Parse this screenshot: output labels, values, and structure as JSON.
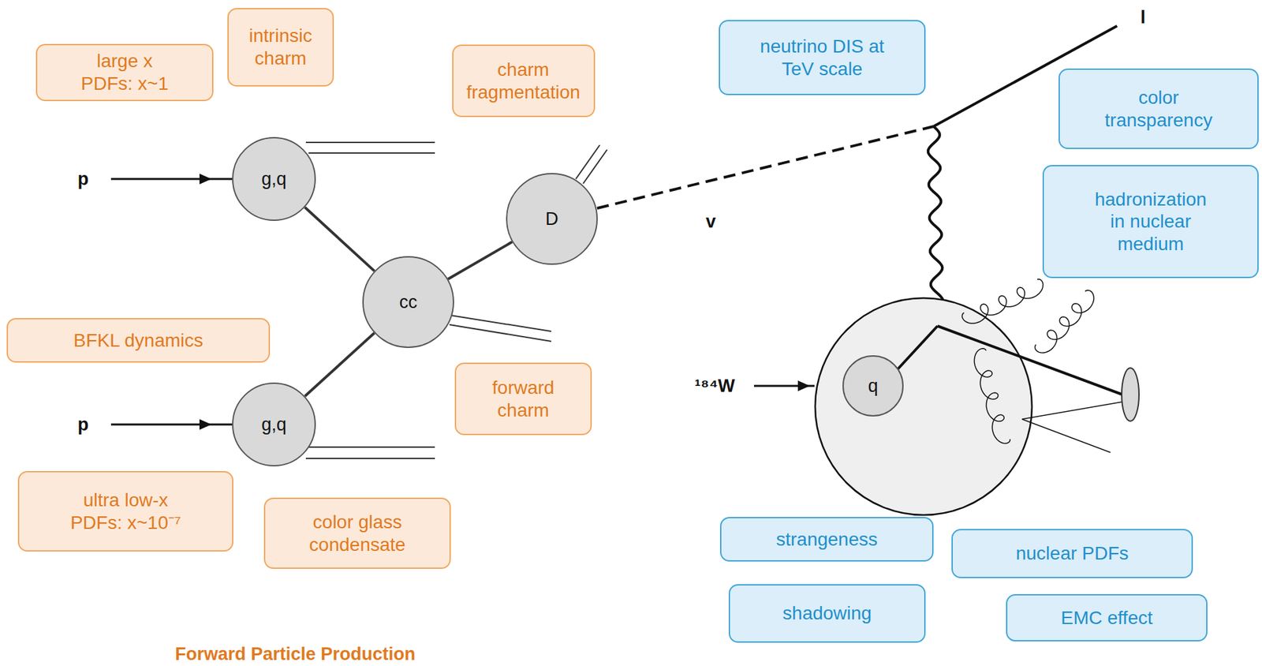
{
  "diagram": {
    "nodes": [
      {
        "text": [
          "intrinsic charm"
        ]
      },
      {
        "text": [
          "large x PDFs: x~1"
        ]
      },
      {
        "text": [
          "charm fragmentation"
        ]
      },
      {
        "text": [
          "neutrino DIS at TeV scale"
        ]
      },
      {
        "text": [
          "color transparency"
        ]
      },
      {
        "text": [
          "g,q"
        ]
      },
      {
        "text": [
          "D"
        ]
      },
      {
        "text": [
          "hadronization in nuclear medium"
        ]
      },
      {
        "text": [
          "cc"
        ]
      },
      {
        "text": [
          "BFKL dynamics"
        ]
      },
      {
        "text": [
          "forward charm"
        ]
      },
      {
        "text": [
          "q"
        ]
      },
      {
        "text": [
          "g,q"
        ]
      },
      {
        "text": [
          "ultra low-x PDFs: x~10⁻⁷"
        ]
      },
      {
        "text": [
          "color glass condensate"
        ]
      },
      {
        "text": [
          "strangeness"
        ]
      },
      {
        "text": [
          "nuclear PDFs"
        ]
      },
      {
        "text": [
          "shadowing"
        ]
      },
      {
        "text": [
          "EMC effect"
        ]
      }
    ],
    "edges": [
      {
        "from": 5,
        "to": 8,
        "arrow": "none"
      },
      {
        "from": 12,
        "to": 8,
        "arrow": "none"
      },
      {
        "from": 8,
        "to": 6,
        "arrow": "none"
      }
    ],
    "labels": [
      "p",
      "p",
      "v",
      "l",
      "¹⁸⁴W",
      "Forward Particle Production"
    ]
  }
}
